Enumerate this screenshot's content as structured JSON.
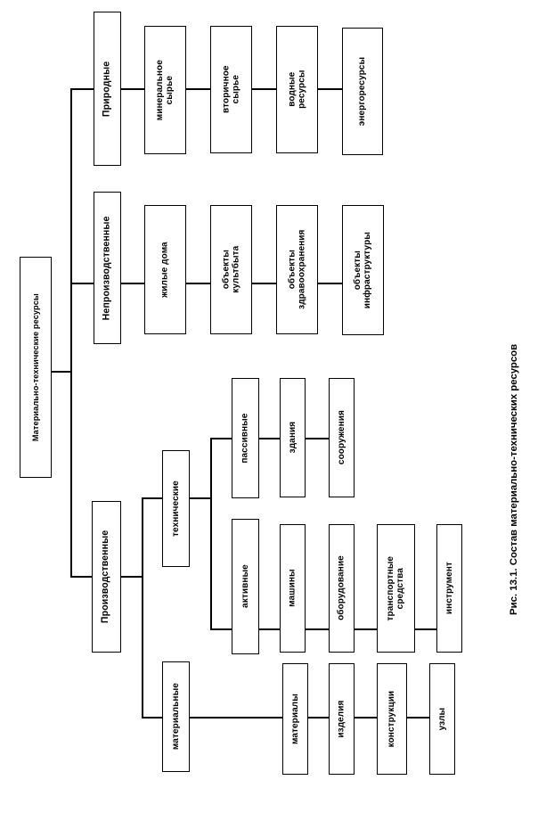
{
  "figure": {
    "caption": "Рис. 13.1. Состав материально-технических ресурсов",
    "ink_color": "#000000",
    "background_color": "#ffffff"
  },
  "tree": {
    "root": {
      "label": "Материально-технические ресурсы"
    },
    "branches": [
      {
        "label": "Природные",
        "children": [
          {
            "label": "минеральное\nсырье"
          },
          {
            "label": "вторичное\nсырье"
          },
          {
            "label": "водные\nресурсы"
          },
          {
            "label": "энергоресурсы"
          }
        ]
      },
      {
        "label": "Непроизводственные",
        "children": [
          {
            "label": "жилые дома"
          },
          {
            "label": "объекты\nкультбыта"
          },
          {
            "label": "объекты\nздравоохранения"
          },
          {
            "label": "объекты\nинфраструктуры"
          }
        ]
      },
      {
        "label": "Производственные",
        "children": [
          {
            "label": "технические",
            "children": [
              {
                "label": "пассивные",
                "children": [
                  {
                    "label": "здания"
                  },
                  {
                    "label": "сооружения"
                  }
                ]
              },
              {
                "label": "активные",
                "children": [
                  {
                    "label": "машины"
                  },
                  {
                    "label": "оборудование"
                  },
                  {
                    "label": "транспортные\nсредства"
                  },
                  {
                    "label": "инструмент"
                  }
                ]
              }
            ]
          },
          {
            "label": "материальные",
            "children": [
              {
                "label": "материалы"
              },
              {
                "label": "изделия"
              },
              {
                "label": "конструкции"
              },
              {
                "label": "узлы"
              }
            ]
          }
        ]
      }
    ]
  },
  "nodes": {
    "root": "Материально-технические ресурсы",
    "prirodnye": "Природные",
    "mineralnoe": "минеральное\nсырье",
    "vtorichnoe": "вторичное\nсырье",
    "vodnye": "водные\nресурсы",
    "energo": "энергоресурсы",
    "neproizv": "Непроизводственные",
    "zhilye": "жилые дома",
    "kultbyta": "объекты\nкультбыта",
    "zdravo": "объекты\nздравоохранения",
    "infra": "объекты\nинфраструктуры",
    "proizv": "Производственные",
    "tehnicheskie": "технические",
    "passivnye": "пассивные",
    "zdaniya": "здания",
    "sooruzheniya": "сооружения",
    "aktivnye": "активные",
    "mashiny": "машины",
    "oborudovanie": "оборудование",
    "transport": "транспортные\nсредства",
    "instrument": "инструмент",
    "materialnye": "материальные",
    "materialy": "материалы",
    "izdeliya": "изделия",
    "konstrukcii": "конструкции",
    "uzly": "узлы"
  }
}
